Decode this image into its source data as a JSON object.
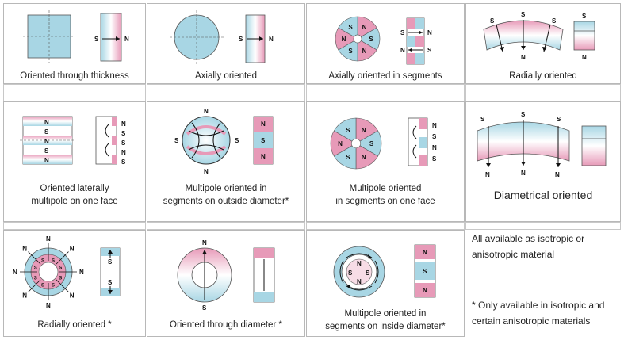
{
  "colors": {
    "pink": "#e79ab8",
    "blue": "#a8d6e4",
    "grid": "#b8b8b8",
    "caption": "#222222"
  },
  "pole_labels": {
    "n": "N",
    "s": "S"
  },
  "cells": [
    {
      "id": "thickness",
      "caption": "Oriented through thickness"
    },
    {
      "id": "axial",
      "caption": "Axially oriented"
    },
    {
      "id": "axial-segments",
      "caption": "Axially oriented in segments"
    },
    {
      "id": "radial-arc",
      "caption": "Radially oriented"
    },
    {
      "id": "lateral-multipole",
      "caption_lines": [
        "Oriented laterally",
        "multipole on one face"
      ]
    },
    {
      "id": "multipole-outside",
      "caption_lines": [
        "Multipole oriented in",
        "segments on outside diameter*"
      ]
    },
    {
      "id": "multipole-face",
      "caption_lines": [
        "Multipole oriented",
        "in segments on one face"
      ]
    },
    {
      "id": "diametrical-arc",
      "caption": "Diametrical oriented"
    },
    {
      "id": "radial-ring",
      "caption": "Radially oriented *"
    },
    {
      "id": "through-diameter",
      "caption": "Oriented through diameter *"
    },
    {
      "id": "multipole-inside",
      "caption_lines": [
        "Multipole oriented in",
        "segments on inside diameter*"
      ]
    }
  ],
  "notes": {
    "line1": "All available as isotropic or",
    "line2": "anisotropic material",
    "line3": "* Only available in isotropic and",
    "line4": "certain anisotropic materials"
  }
}
